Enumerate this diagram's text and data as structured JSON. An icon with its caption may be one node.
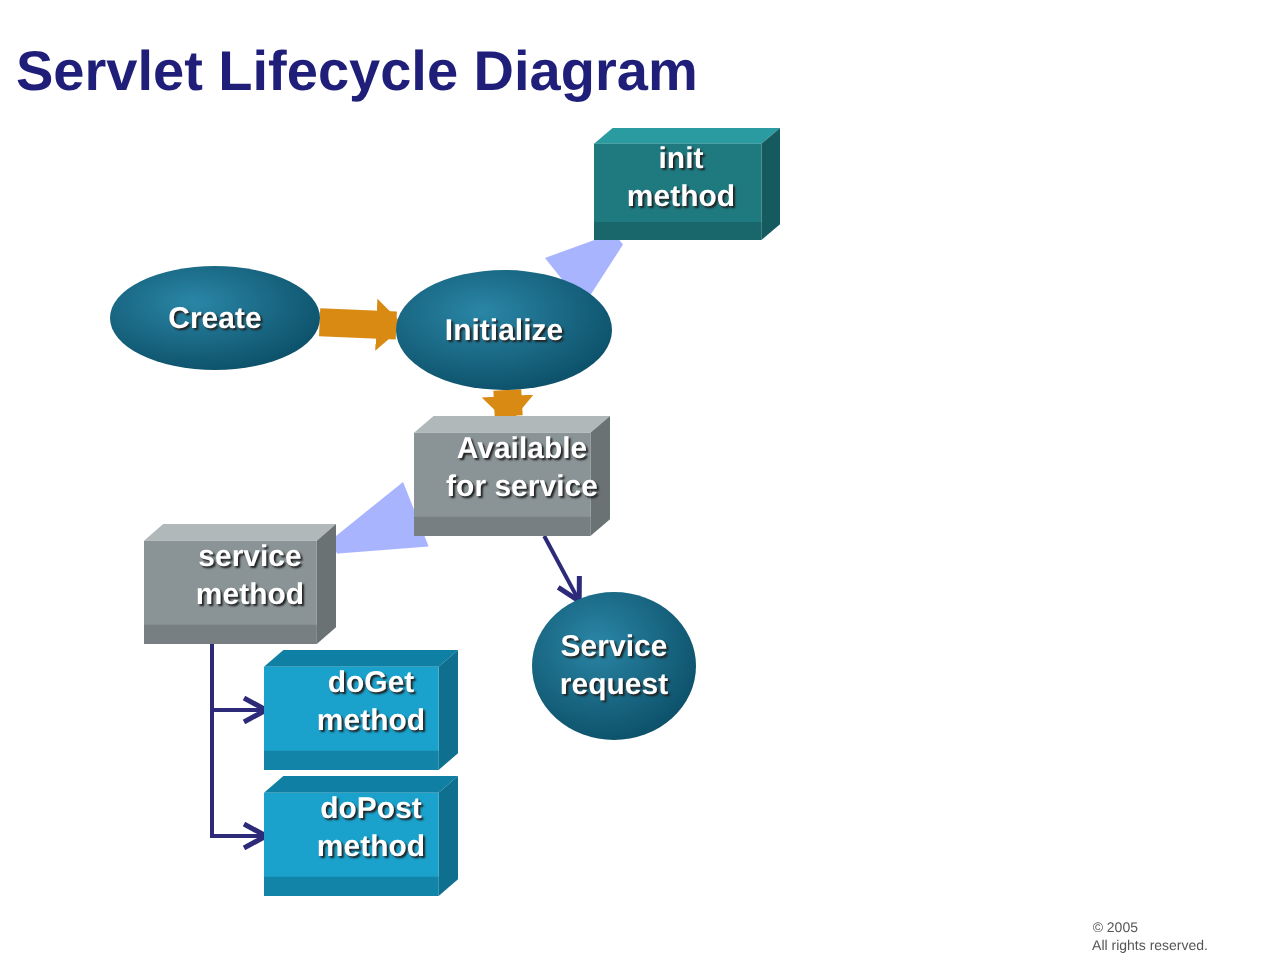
{
  "diagram": {
    "title": "Servlet Lifecycle Diagram",
    "nodes": [
      {
        "text": [
          "Create"
        ]
      },
      {
        "text": [
          "Initialize"
        ]
      },
      {
        "text": [
          "init method"
        ]
      },
      {
        "text": [
          "Available for service"
        ]
      },
      {
        "text": [
          "service method"
        ]
      },
      {
        "text": [
          "Service request"
        ]
      },
      {
        "text": [
          "doGet method"
        ]
      },
      {
        "text": [
          "doPost method"
        ]
      }
    ],
    "edges": [
      {
        "from": 0,
        "to": 1,
        "arrow": "to",
        "style": "thick",
        "color": "#d98a12"
      },
      {
        "from": 1,
        "to": 3,
        "arrow": "to",
        "style": "thick",
        "color": "#d98a12"
      },
      {
        "from": 3,
        "to": 5,
        "arrow": "to"
      },
      {
        "from": 4,
        "to": 6,
        "arrow": "to"
      },
      {
        "from": 4,
        "to": 7,
        "arrow": "to"
      },
      {
        "from": 2,
        "to": 1,
        "arrow": "none",
        "color": "#a9b4ff"
      },
      {
        "from": 4,
        "to": 3,
        "arrow": "none",
        "color": "#a9b4ff"
      }
    ],
    "labels": [
      "© 2005",
      "All rights reserved."
    ]
  }
}
